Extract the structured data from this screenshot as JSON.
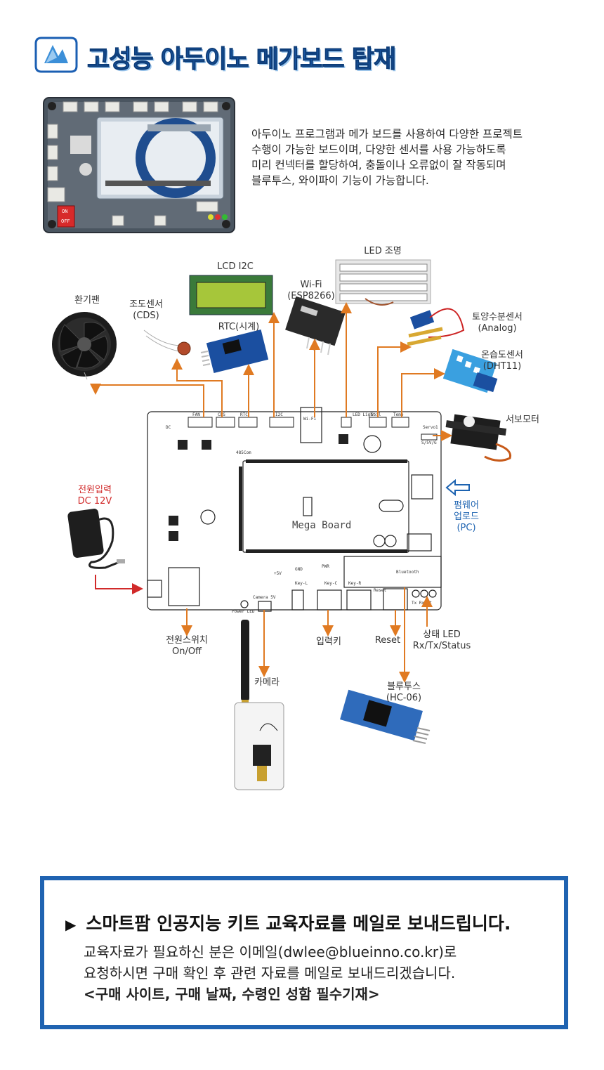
{
  "header": {
    "title": "고성능 아두이노 메가보드 탑재",
    "accent_color": "#1b5fb3"
  },
  "intro": {
    "lines": [
      "아두이노 프로그램과 메가 보드를 사용하여 다양한 프로젝트",
      "수행이 가능한 보드이며, 다양한 센서를 사용 가능하도록",
      "미리 컨넥터를 할당하여, 충돌이나 오류없이 잘 작동되며",
      "블루투스, 와이파이 기능이 가능합니다."
    ]
  },
  "diagram": {
    "labels": {
      "led": "LED 조명",
      "lcd": "LCD I2C",
      "wifi": "Wi-Fi",
      "wifi_model": "(ESP8266)",
      "fan": "환기팬",
      "cds": "조도센서",
      "cds_model": "(CDS)",
      "rtc": "RTC(시계)",
      "soil": "토양수분센서",
      "soil_model": "(Analog)",
      "dht": "온습도센서",
      "dht_model": "(DHT11)",
      "servo": "서보모터",
      "power_in": "전원입력",
      "power_in_spec": "DC 12V",
      "firmware": "펌웨어",
      "firmware_2": "업로드",
      "firmware_3": "(PC)",
      "switch": "전원스위치",
      "switch_2": "On/Off",
      "input_key": "입력키",
      "reset": "Reset",
      "status_led": "상태 LED",
      "status_led_2": "Rx/Tx/Status",
      "camera": "카메라",
      "bluetooth": "블루투스",
      "bluetooth_model": "(HC-06)"
    },
    "board_text": {
      "board_name": "Mega Board",
      "bt_module": "Bluetooth",
      "pwr": "PWR",
      "gnd": "GND",
      "key_l": "Key-L",
      "key_c": "Key-C",
      "key_r": "Key-R",
      "reset": "Reset",
      "plus5v": "+5V",
      "camera5v": "Camera 5V",
      "power_led": "Power LED",
      "servo": "Servo1",
      "servo_pins": "S/5V/G",
      "txrx": "Tx Rx St",
      "i2c": "I2C",
      "temp": "Temp",
      "soil": "Soil",
      "rs485": "485Com",
      "dc": "DC",
      "wifi_pad": "Wi-Fi",
      "led_light": "LED Light",
      "fan": "FAN",
      "cds": "CDS",
      "rtc": "RTC",
      "lcd_pad": "I2C"
    },
    "arrow_color": "#e07a22",
    "red_arrow_color": "#d12a2a",
    "blue_arrow_color": "#1d63b1",
    "product_switch_on": "ON",
    "product_switch_off": "OFF"
  },
  "mail": {
    "title": "스마트팜 인공지능 키트 교육자료를 메일로 보내드립니다.",
    "line1": "교육자료가 필요하신 분은 이메일(dwlee@blueinno.co.kr)로",
    "line2": "요청하시면 구매 확인 후 관련 자료를 메일로 보내드리겠습니다.",
    "line3": "<구매 사이트, 구매 날짜, 수령인 성함 필수기재>",
    "border_color": "#1f63b1"
  }
}
